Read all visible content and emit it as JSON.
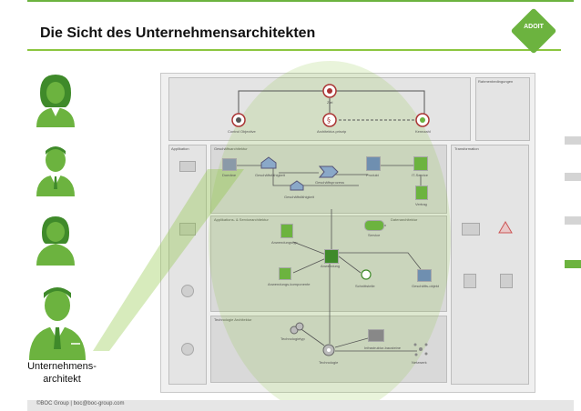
{
  "slide": {
    "title": "Die Sicht des Unternehmensarchitekten",
    "logo_text": "ADOIT",
    "caption_line1": "Unternehmens-",
    "caption_line2": "architekt",
    "footer": "©BOC Group  |  boc@boc-group.com"
  },
  "diagram": {
    "col_left": "Applikation",
    "col_right": "Rahmenbedingungen",
    "layer_business": "Geschäftsarchitektur",
    "layer_app": "Applikations- & Servicearchitektur",
    "layer_data": "Datenarchitektur",
    "layer_tech": "Technologie Architektur",
    "col_service": "Transformation",
    "strategy": {
      "ziel": "Ziel",
      "prinzip": "Architektur-prinzip",
      "kennzahl": "Kennzahl",
      "control": "Control Objective"
    },
    "business": {
      "domaene": "Domäne",
      "faehigkeit": "Geschäftsfähigkeit",
      "faehigkeit2": "Geschäftsfähigkeit",
      "prozess": "Geschäftsprozess",
      "produkt": "Produkt",
      "itservice": "IT-Service",
      "vertrag": "Vertrag"
    },
    "application": {
      "anw_typ": "Anwendungstyp",
      "anwendung": "Anwendung",
      "komponente": "Anwendungs-komponente",
      "schnittstelle": "Schnittstelle",
      "service": "Service",
      "geschaeftsobjekt": "Geschäfts-objekt"
    },
    "technology": {
      "typ": "Technologietyp",
      "technologie": "Technologie",
      "infra": "Infrastruktur-bausteine",
      "netzwerk": "Netzwerk"
    }
  },
  "colors": {
    "accent": "#6cb33f",
    "dark_green": "#3f8a2a",
    "grey": "#d4d4d4"
  }
}
